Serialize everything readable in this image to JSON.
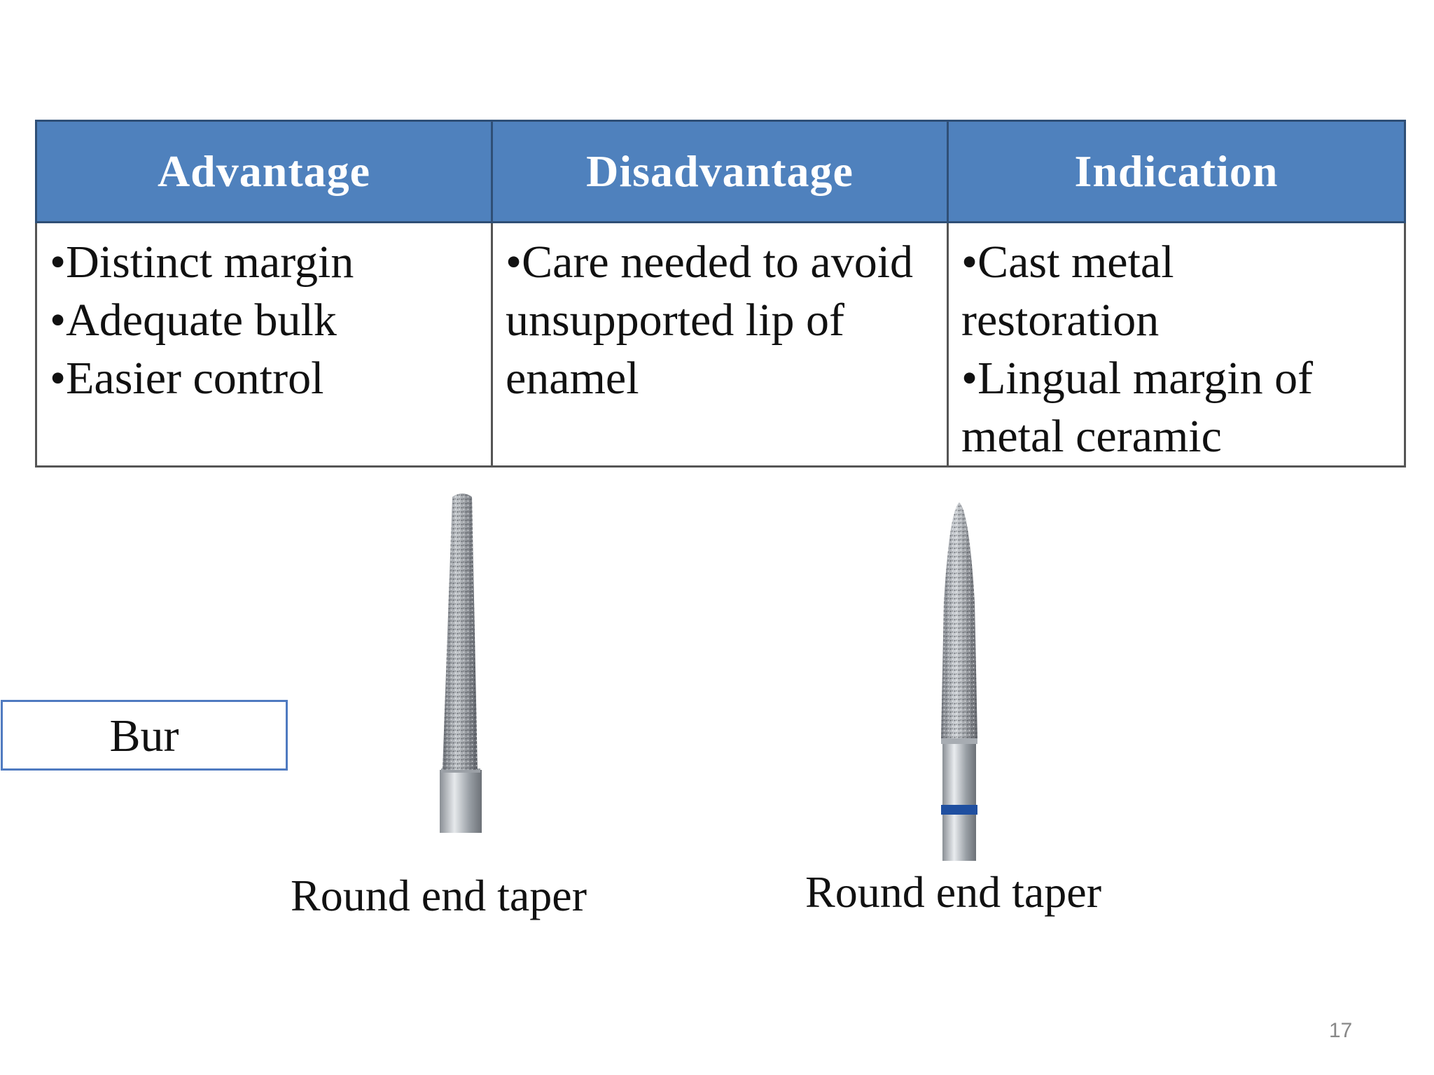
{
  "table": {
    "headers": [
      "Advantage",
      "Disadvantage",
      "Indication"
    ],
    "cells": [
      [
        "•Distinct margin",
        "•Adequate bulk",
        "•Easier control"
      ],
      [
        "•Care needed to avoid",
        "unsupported lip of",
        "enamel"
      ],
      [
        "•Cast metal",
        "restoration",
        "•Lingual margin of",
        "metal ceramic"
      ]
    ]
  },
  "bur_label": "Bur",
  "images": [
    {
      "icon": "diamond-bur-round-end-taper-icon",
      "caption": "Round end taper"
    },
    {
      "icon": "diamond-bur-round-end-taper-blue-band-icon",
      "caption": "Round end taper"
    }
  ],
  "page_number": "17",
  "colors": {
    "header_bg": "#4f81bd",
    "header_text": "#ffffff",
    "bur_box_border": "#4f7ac0",
    "bur_band": "#1f4fa0"
  }
}
